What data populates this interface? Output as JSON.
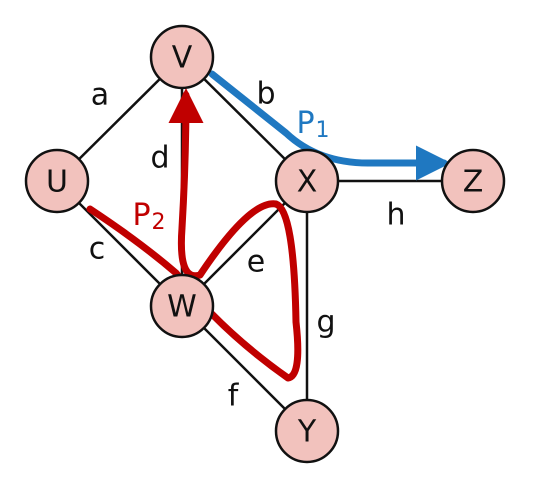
{
  "colors": {
    "node_fill": "#f2c2bd",
    "node_stroke": "#111111",
    "edge_stroke": "#111111",
    "path1": "#1f78c1",
    "path2": "#c00000"
  },
  "nodes": {
    "V": "V",
    "U": "U",
    "X": "X",
    "Z": "Z",
    "W": "W",
    "Y": "Y"
  },
  "edges": {
    "a": "a",
    "b": "b",
    "c": "c",
    "d": "d",
    "e": "e",
    "f": "f",
    "g": "g",
    "h": "h"
  },
  "paths": {
    "p1_main": "P",
    "p1_sub": "1",
    "p2_main": "P",
    "p2_sub": "2"
  }
}
